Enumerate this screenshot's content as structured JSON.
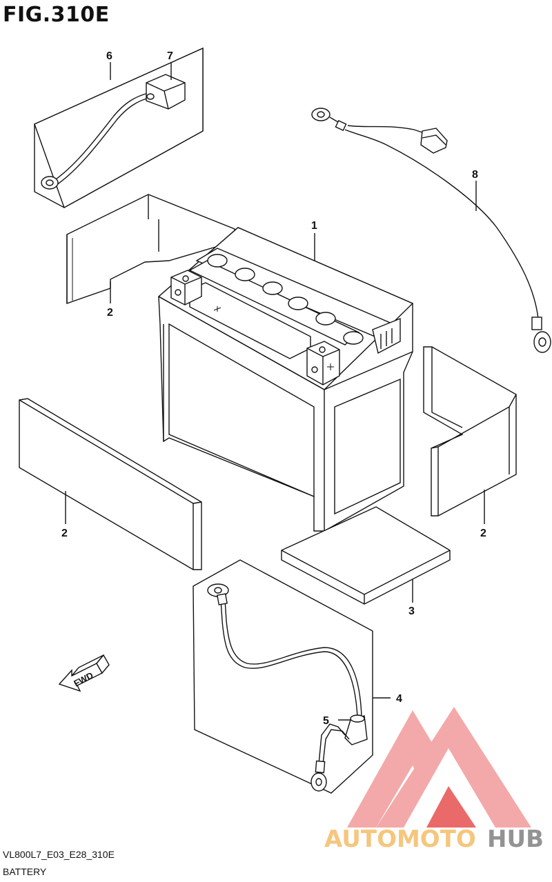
{
  "figure": {
    "title": "FIG.310E",
    "model_code": "VL800L7_E03_E28_310E",
    "section_name": "BATTERY"
  },
  "callouts": [
    {
      "id": "c1",
      "label": "1"
    },
    {
      "id": "c2a",
      "label": "2"
    },
    {
      "id": "c2b",
      "label": "2"
    },
    {
      "id": "c2c",
      "label": "2"
    },
    {
      "id": "c3",
      "label": "3"
    },
    {
      "id": "c4",
      "label": "4"
    },
    {
      "id": "c5",
      "label": "5"
    },
    {
      "id": "c6",
      "label": "6"
    },
    {
      "id": "c7",
      "label": "7"
    },
    {
      "id": "c8",
      "label": "8"
    }
  ],
  "fwd_label": "FWD",
  "watermark": {
    "text_part1": "AUTOMOTO",
    "text_part2": "HUB",
    "color_primary": "#f2a0a0",
    "color_secondary": "#e85a5a",
    "color_text1": "#f5c070",
    "color_text2": "#888888"
  }
}
